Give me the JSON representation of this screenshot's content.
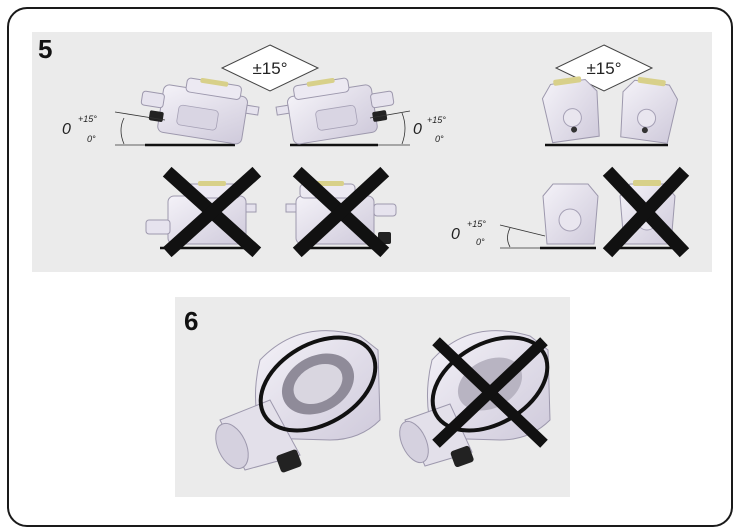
{
  "step5": {
    "number": "5",
    "diamond_left": "±15°",
    "diamond_right": "±15°",
    "angle_base": "0",
    "angle_upper": "+15°",
    "angle_lower": "0°"
  },
  "step6": {
    "number": "6"
  },
  "colors": {
    "panel": "#ebebeb",
    "device_body": "#e6e3ee",
    "device_shade": "#c9c5d4",
    "device_cap": "#d8d08a",
    "cross": "#111111"
  },
  "icons": [
    "cross-mark-icon",
    "angle-arc-icon"
  ]
}
